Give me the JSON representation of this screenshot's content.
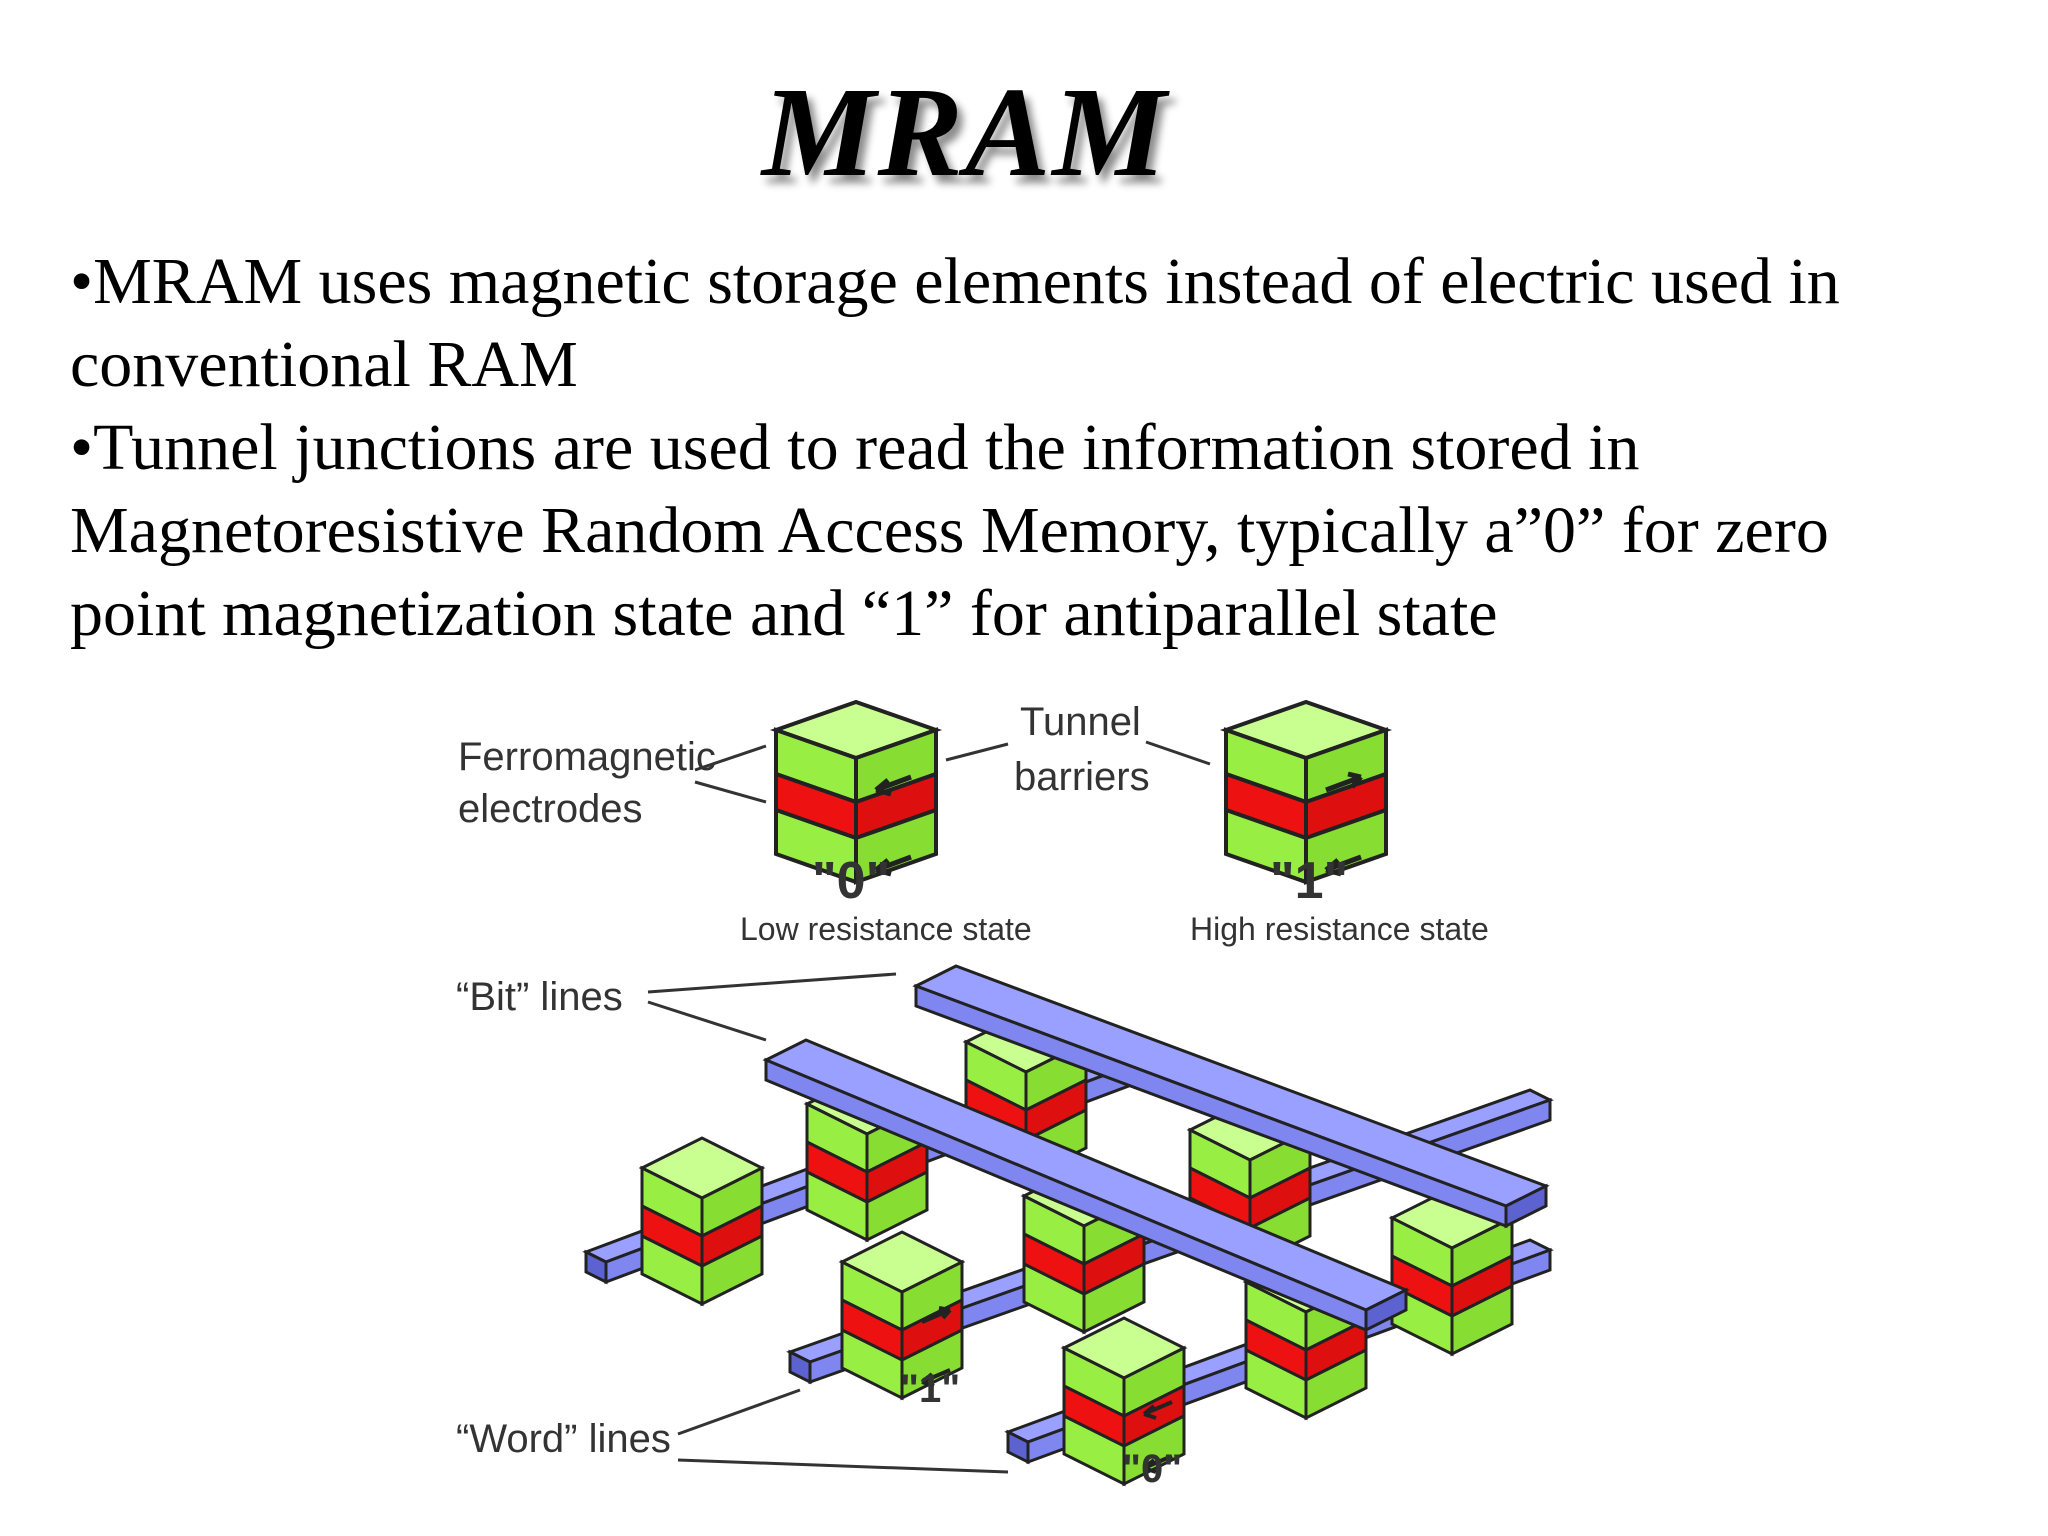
{
  "title": "MRAM",
  "bullets": [
    "•MRAM uses magnetic storage elements instead of electric used in conventional RAM",
    "•Tunnel junctions are used to read the information stored in Magnetoresistive Random Access Memory, typically a”0” for zero point magnetization state and “1” for antiparallel state"
  ],
  "diagram": {
    "labels": {
      "ferromagnetic_line1": "Ferromagnetic",
      "ferromagnetic_line2": "electrodes",
      "tunnel_line1": "Tunnel",
      "tunnel_line2": "barriers",
      "state0_value": "\"0\"",
      "state0_desc": "Low resistance state",
      "state1_value": "\"1\"",
      "state1_desc": "High resistance state",
      "bit_lines": "“Bit” lines",
      "word_lines": "“Word” lines",
      "array_one": "\"1\"",
      "array_zero": "\"0\""
    },
    "colors": {
      "electrode": "#99ee44",
      "barrier": "#ee1111",
      "line": "#7f86f0",
      "outline": "#222222"
    }
  }
}
